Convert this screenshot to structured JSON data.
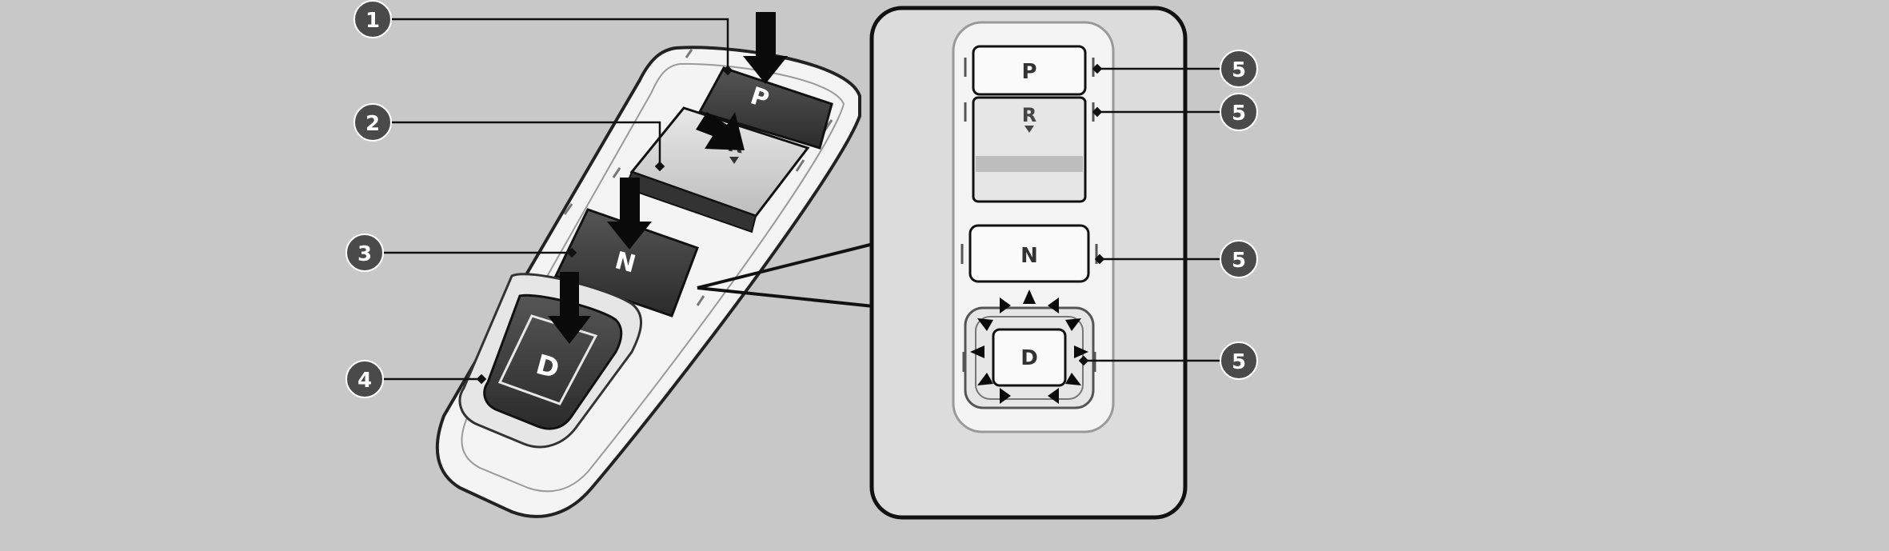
{
  "callouts": [
    {
      "number": "1"
    },
    {
      "number": "2"
    },
    {
      "number": "3"
    },
    {
      "number": "4"
    },
    {
      "number": "5"
    },
    {
      "number": "5"
    },
    {
      "number": "5"
    },
    {
      "number": "5"
    }
  ],
  "buttons": {
    "park": "P",
    "reverse": "R",
    "neutral": "N",
    "drive": "D"
  },
  "colors": {
    "background": "#c8c8c8",
    "callout_fill": "#4a4a4a",
    "button_dark": "#3a3a3a",
    "panel_light": "#f4f4f4",
    "outline": "#111111"
  },
  "icons": [
    "press-arrow-icon",
    "drive-direction-arrow-icon",
    "leader-line"
  ]
}
